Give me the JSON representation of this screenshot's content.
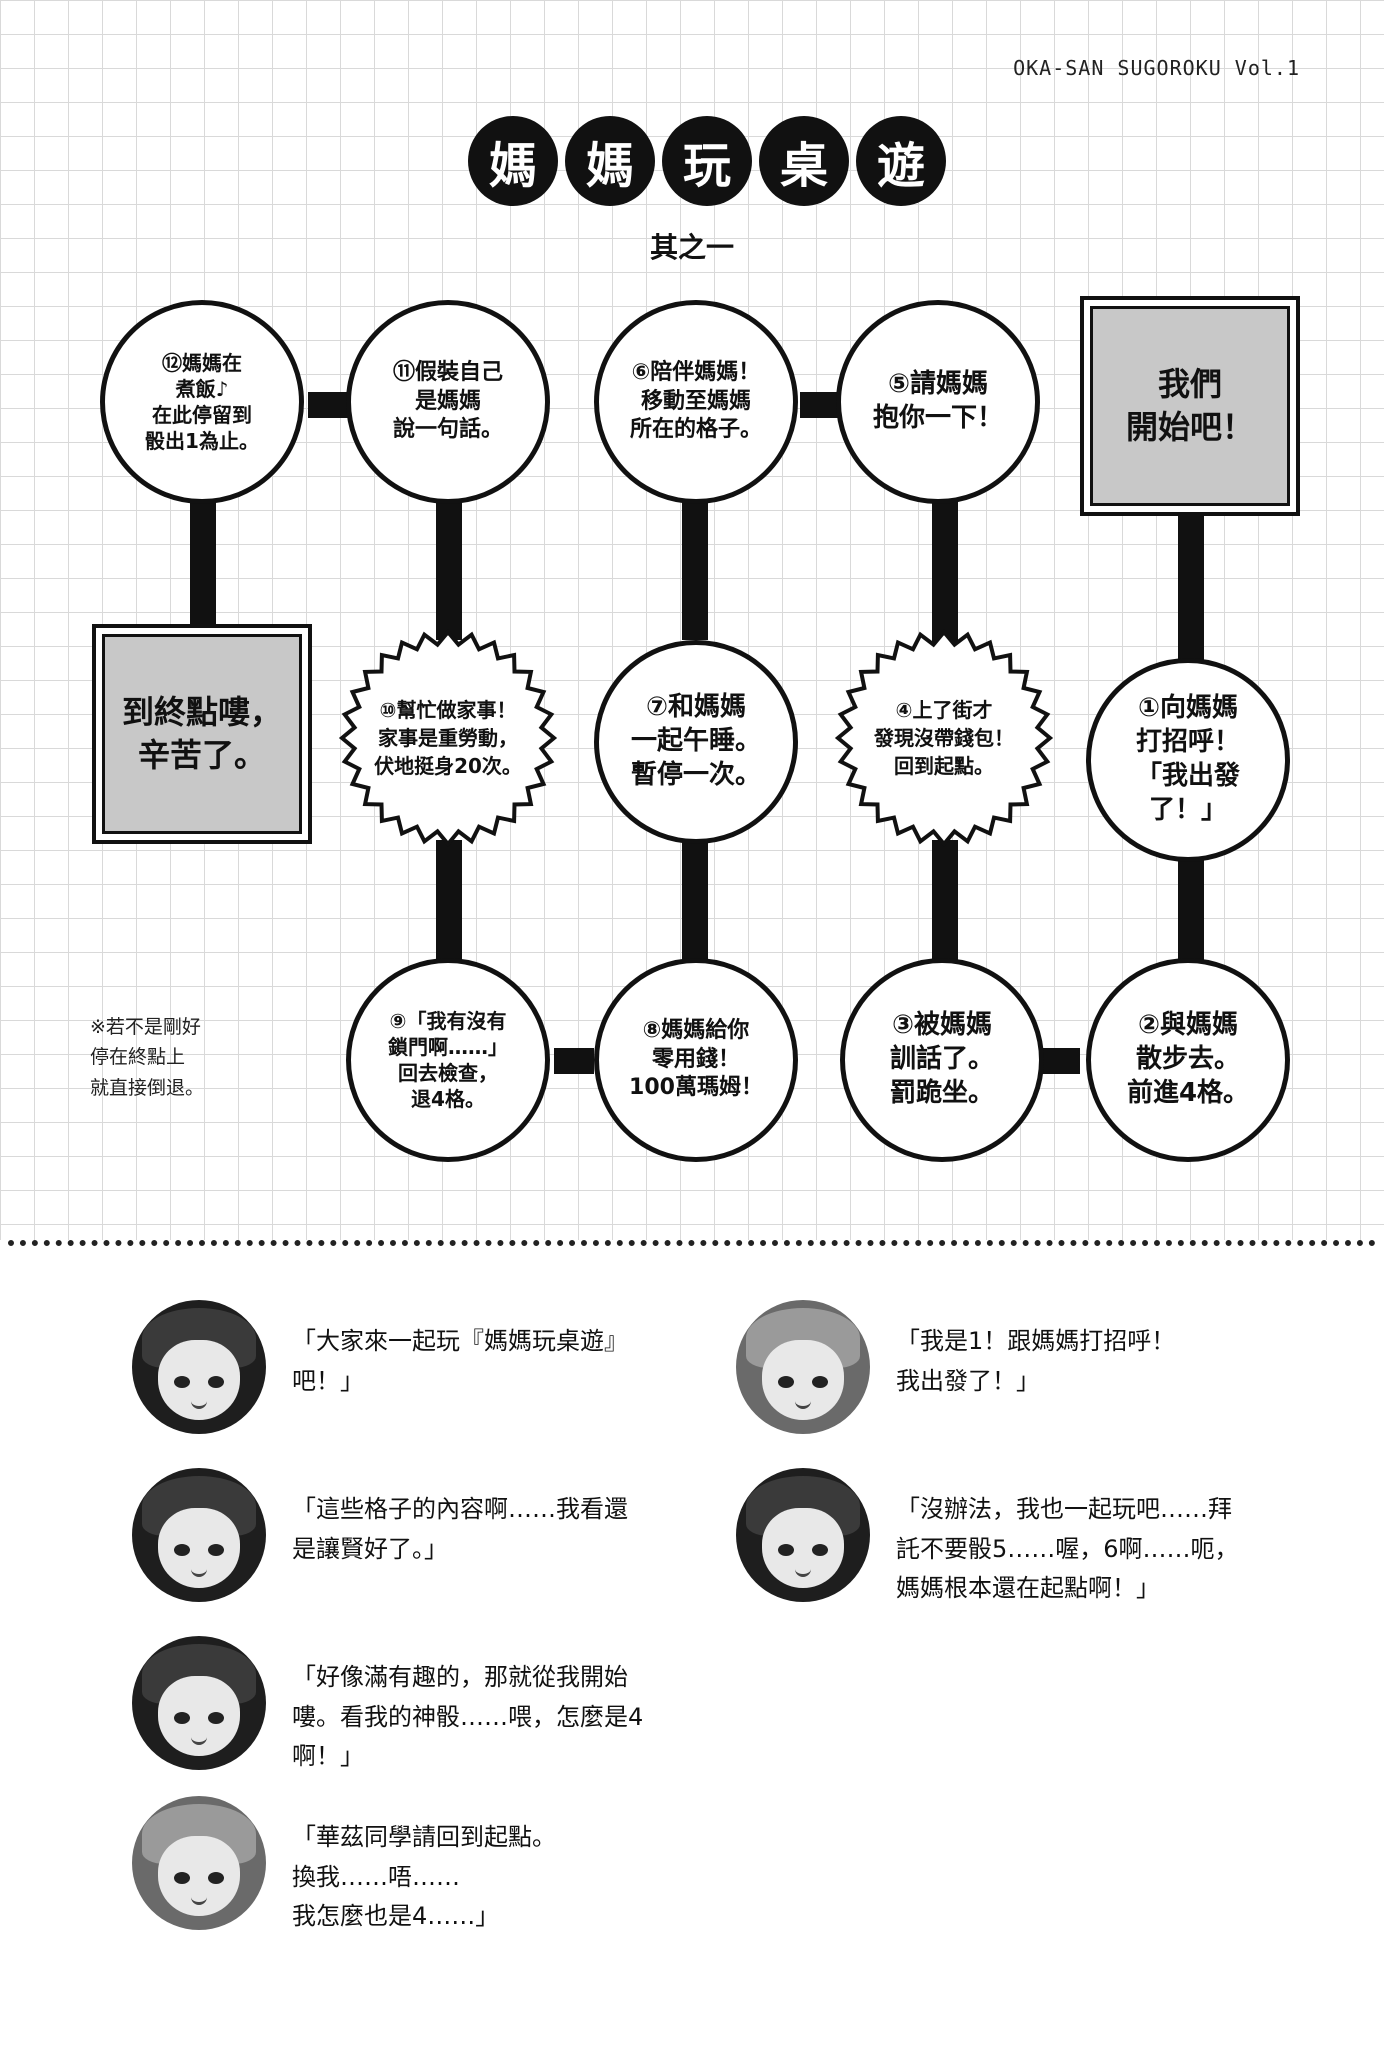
{
  "header": {
    "series_tag": "OKA-SAN SUGOROKU Vol.1"
  },
  "title": {
    "chars": [
      "媽",
      "媽",
      "玩",
      "桌",
      "遊"
    ],
    "subtitle": "其之一"
  },
  "board": {
    "start": "我們\n開始吧！",
    "goal": "到終點嘍，\n辛苦了。",
    "cells": {
      "c1": "①向媽媽\n打招呼！\n「我出發\n了！」",
      "c2": "②與媽媽\n散步去。\n前進4格。",
      "c3": "③被媽媽\n訓話了。\n罰跪坐。",
      "c4": "④上了街才\n發現沒帶錢包！\n回到起點。",
      "c5": "⑤請媽媽\n抱你一下！",
      "c6": "⑥陪伴媽媽！\n移動至媽媽\n所在的格子。",
      "c7": "⑦和媽媽\n一起午睡。\n暫停一次。",
      "c8": "⑧媽媽給你\n零用錢！\n100萬瑪姆！",
      "c9": "⑨「我有沒有\n鎖門啊……」\n回去檢查，\n退4格。",
      "c10": "⑩幫忙做家事！\n家事是重勞動，\n伏地挺身20次。",
      "c11": "⑪假裝自己\n是媽媽\n說一句話。",
      "c12": "⑫媽媽在\n煮飯♪\n在此停留到\n骰出1為止。"
    },
    "note": "※若不是剛好\n停在終點上\n就直接倒退。"
  },
  "chat": {
    "left": [
      {
        "avatar": "girl-red-hair-avatar",
        "text": "「大家來一起玩『媽媽玩桌遊』\n吧！」"
      },
      {
        "avatar": "boy-dark-hair-avatar",
        "text": "「這些格子的內容啊……我看還\n是讓賢好了。」"
      },
      {
        "avatar": "girl-winking-avatar",
        "text": "「好像滿有趣的，那就從我開始\n嘍。看我的神骰……喂，怎麼是4\n啊！」"
      },
      {
        "avatar": "girl-headband-avatar",
        "text": "「華茲同學請回到起點。\n換我……唔……\n我怎麼也是4……」"
      }
    ],
    "right": [
      {
        "avatar": "girl-braided-hair-avatar",
        "text": "「我是1！跟媽媽打招呼！\n我出發了！」"
      },
      {
        "avatar": "boy-dark-hair-avatar",
        "text": "「沒辦法，我也一起玩吧……拜\n託不要骰5……喔，6啊……呃，\n媽媽根本還在起點啊！」"
      }
    ]
  }
}
